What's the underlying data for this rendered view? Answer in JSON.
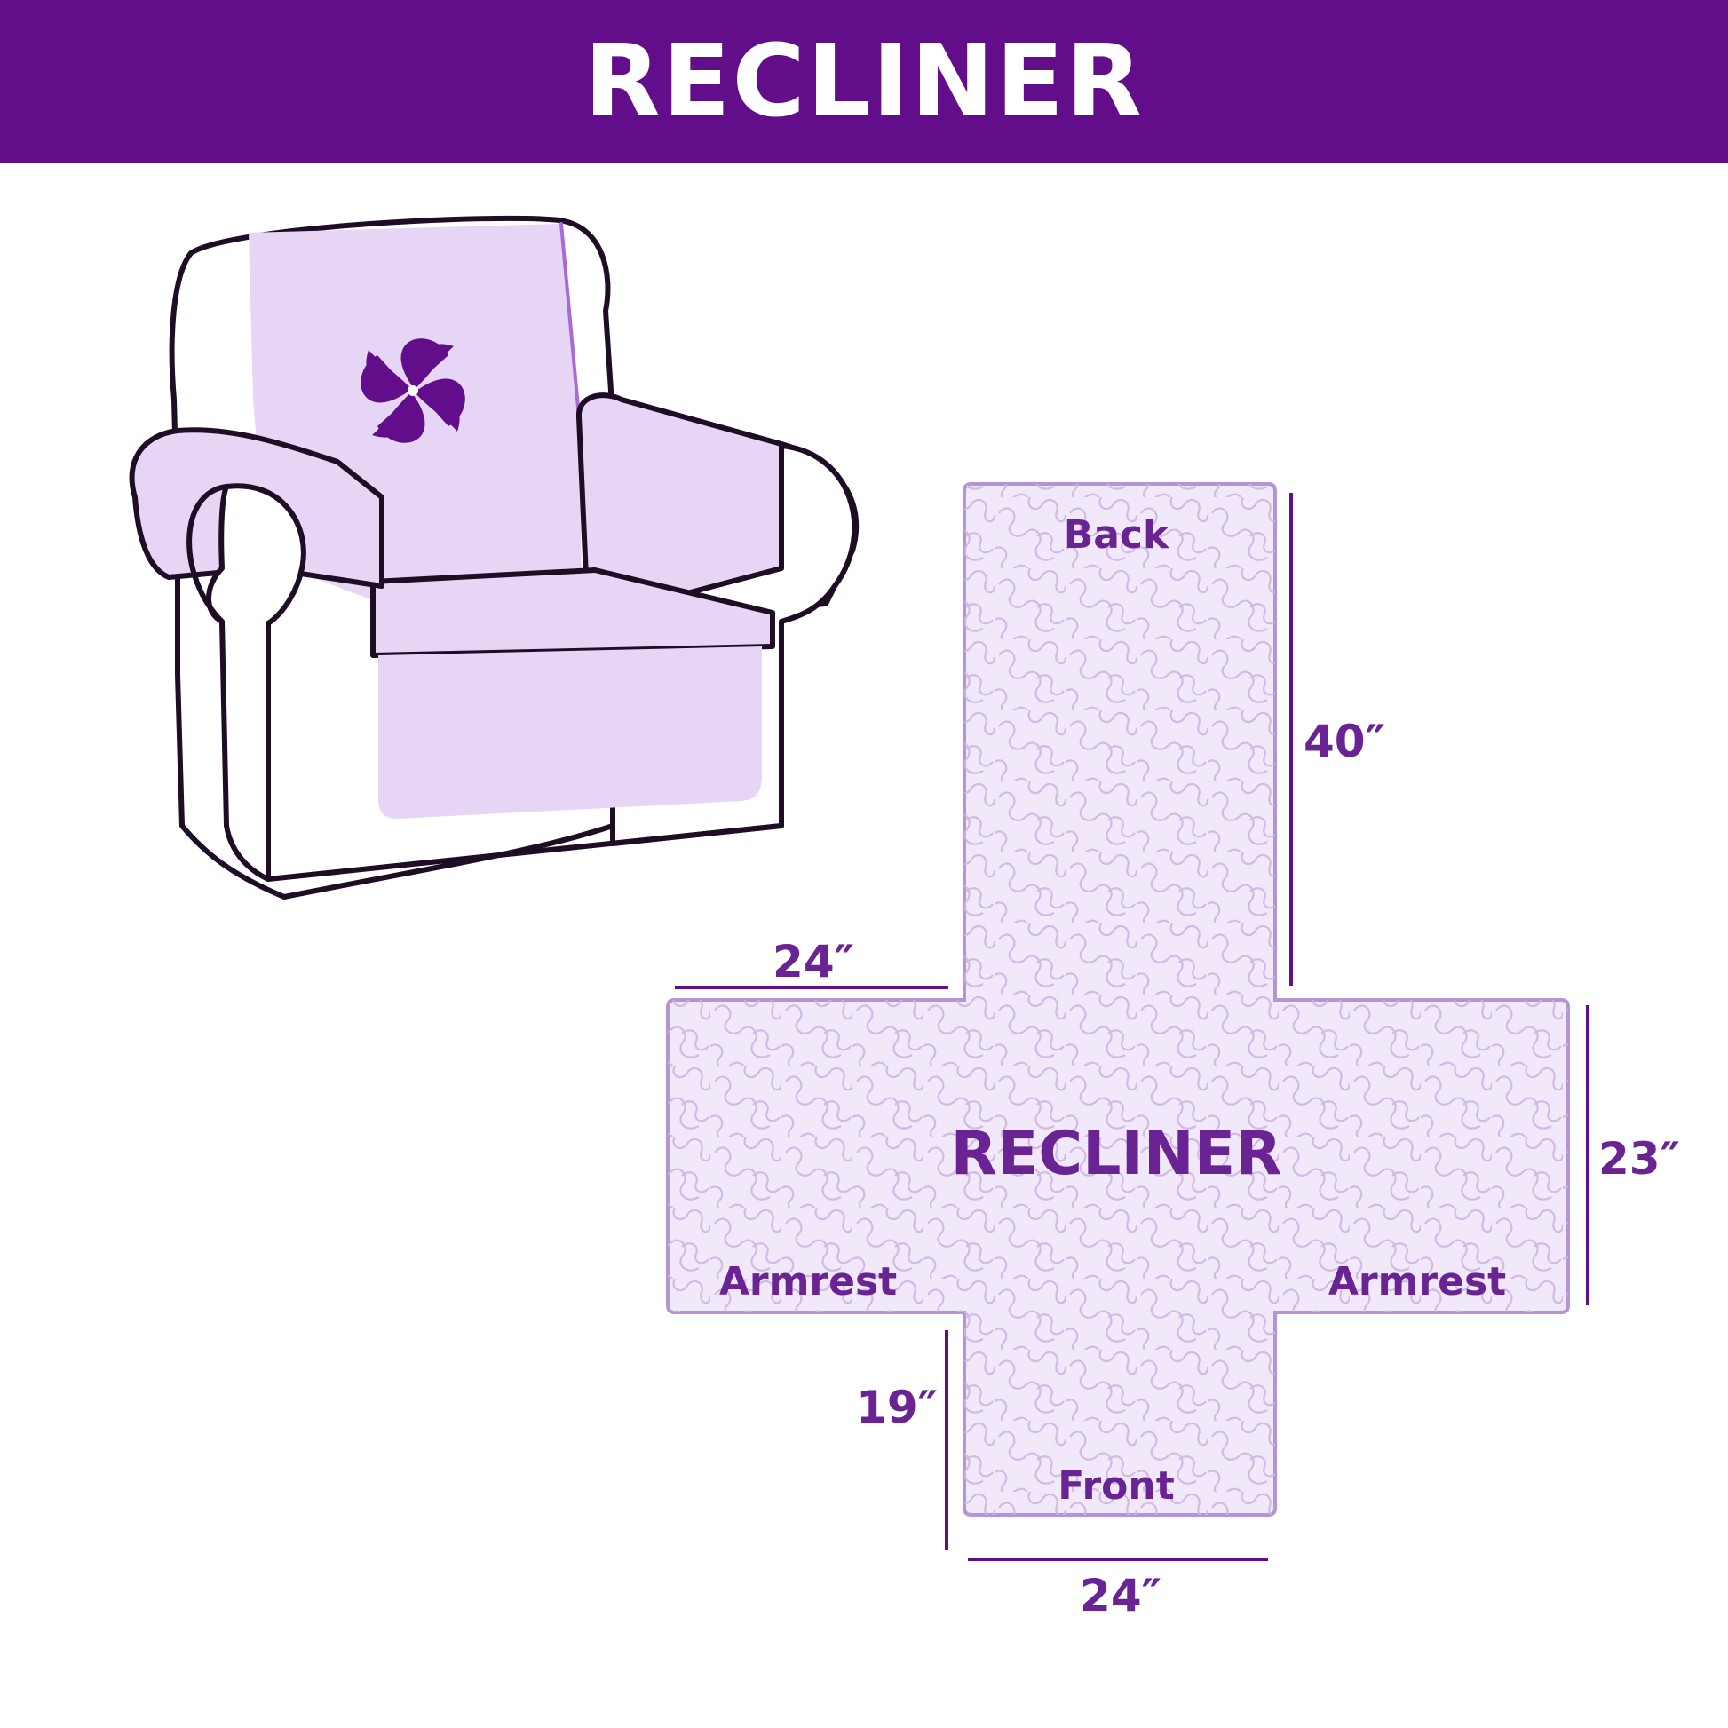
{
  "header": {
    "title": "RECLINER"
  },
  "colors": {
    "brand": "#620e8a",
    "label": "#6a2393",
    "chair_fill": "#e6d5f4",
    "chair_white": "#ffffff",
    "outline": "#1f0c25",
    "cover_fill": "#f1e8fa",
    "cover_stroke": "#b494d4",
    "pattern": "#cbb6e2",
    "dim_line": "#620e8a"
  },
  "icons": {
    "chair": "armchair-illustration",
    "logo": "pinwheel-logo-icon"
  },
  "cover": {
    "center_label": "RECLINER",
    "sections": {
      "back": "Back",
      "front": "Front",
      "armrest_left": "Armrest",
      "armrest_right": "Armrest"
    }
  },
  "dimensions": {
    "back_length": "40″",
    "armrest_width": "24″",
    "armrest_depth": "23″",
    "front_length": "19″",
    "front_width": "24″"
  }
}
